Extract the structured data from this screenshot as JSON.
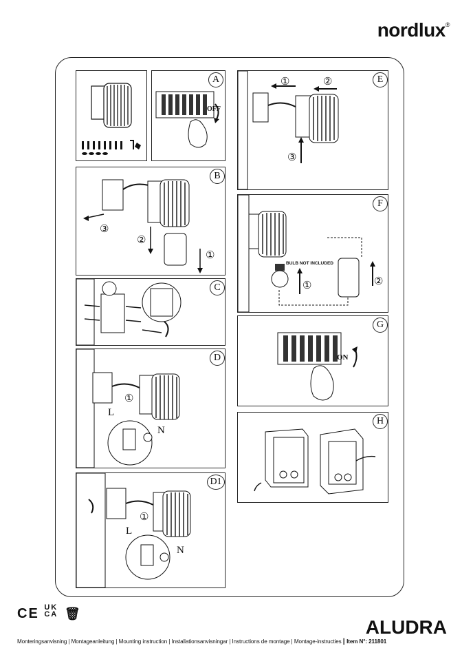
{
  "brand": "nordlux",
  "brand_mark": "®",
  "product_name": "ALUDRA",
  "certification_marks": [
    "CE",
    "UK CA",
    "WEEE"
  ],
  "footer": {
    "instructions": "Monteringsanvisning | Montageanleitung | Mounting instruction | Installationsanvisningar | Instructions de montage | Montage-instructies",
    "item_label": "Item N°:",
    "item_number": "211801"
  },
  "panels": {
    "A": {
      "badge": "A",
      "switch_label": "OFF"
    },
    "B": {
      "badge": "B",
      "steps": [
        "①",
        "②",
        "③"
      ]
    },
    "C": {
      "badge": "C"
    },
    "D": {
      "badge": "D",
      "step": "①",
      "live": "L",
      "neutral": "N"
    },
    "D1": {
      "badge": "D1",
      "step": "①",
      "live": "L",
      "neutral": "N"
    },
    "E": {
      "badge": "E",
      "steps": [
        "①",
        "②",
        "③"
      ]
    },
    "F": {
      "badge": "F",
      "bulb_note": "BULB NOT INCLUDED",
      "steps": [
        "①",
        "②"
      ]
    },
    "G": {
      "badge": "G",
      "switch_label": "ON"
    },
    "H": {
      "badge": "H"
    }
  },
  "icons": [
    "screw-icon",
    "plug-icon",
    "bulb-icon",
    "hand-icon",
    "wall-icon",
    "lamp-icon",
    "box-icon",
    "arrow-icon",
    "earth-icon"
  ]
}
